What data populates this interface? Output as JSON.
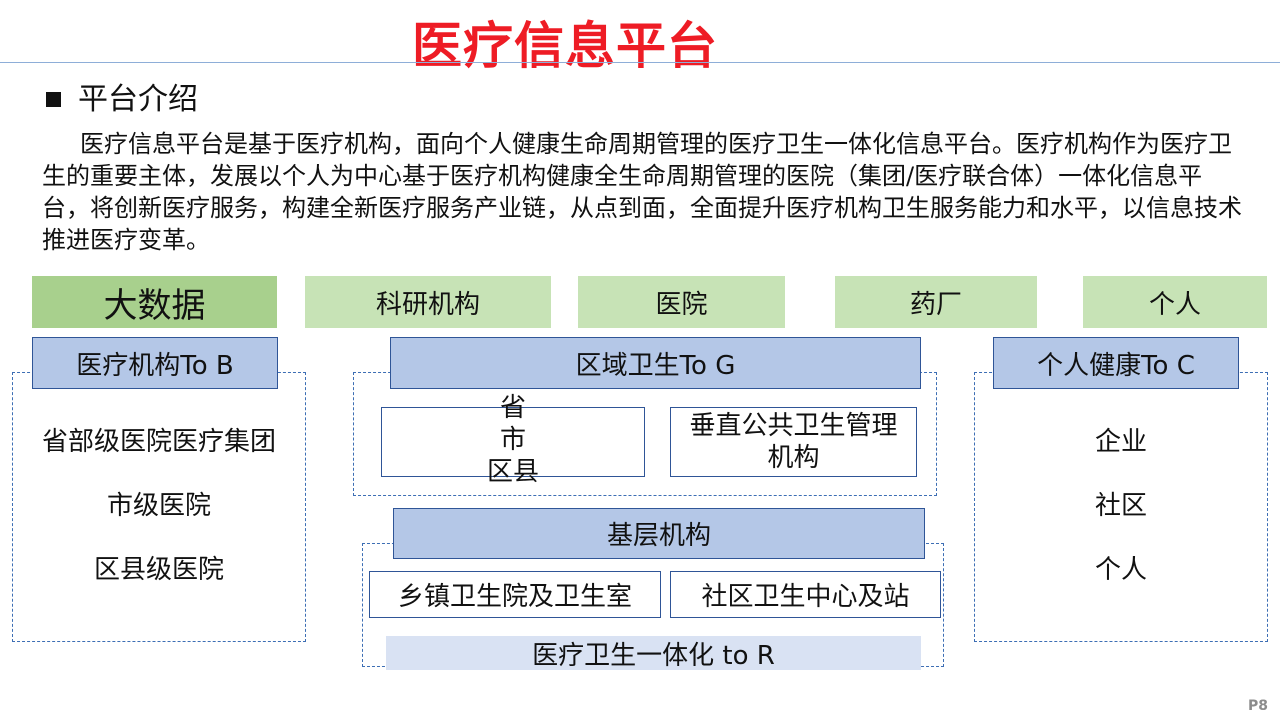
{
  "slide": {
    "title": "医疗信息平台",
    "section_heading": "平台介绍",
    "intro_text": "医疗信息平台是基于医疗机构，面向个人健康生命周期管理的医疗卫生一体化信息平台。医疗机构作为医疗卫生的重要主体，发展以个人为中心基于医疗机构健康全生命周期管理的医院（集团/医疗联合体）一体化信息平台，将创新医疗服务，构建全新医疗服务产业链，从点到面，全面提升医疗机构卫生服务能力和水平，以信息技术推进医疗变革。",
    "page_number": "P8"
  },
  "top_row": [
    "大数据",
    "科研机构",
    "医院",
    "药厂",
    "个人"
  ],
  "to_b": {
    "header": "医疗机构To B",
    "items": [
      "省部级医院医疗集团",
      "市级医院",
      "区县级医院"
    ]
  },
  "to_g": {
    "header": "区域卫生To G",
    "box_left_lines": [
      "省",
      "市",
      "区县"
    ],
    "box_right_lines": [
      "垂直公共卫生管理",
      "机构"
    ]
  },
  "grassroots": {
    "header": "基层机构",
    "box_left": "乡镇卫生院及卫生室",
    "box_right": "社区卫生中心及站",
    "footer": "医疗卫生一体化 to R"
  },
  "to_c": {
    "header": "个人健康To C",
    "items": [
      "企业",
      "社区",
      "个人"
    ]
  },
  "colors": {
    "title_red": "#ee1c25",
    "green_light": "#c7e3b6",
    "green_dark": "#a8d08d",
    "blue_header": "#b4c7e7",
    "blue_footer": "#d9e2f3"
  }
}
